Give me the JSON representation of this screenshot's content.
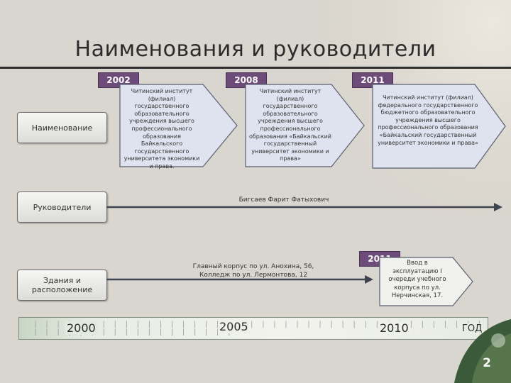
{
  "title": "Наименования и руководители",
  "years": [
    "2002",
    "2008",
    "2011"
  ],
  "rows": {
    "names": "Наименование",
    "leaders": "Руководители",
    "buildings": "Здания и расположение"
  },
  "names": [
    "Читинский институт (филиал) государственного образовательного учреждения высшего профессионального образования Байкальского государственного университета экономики и права.",
    "Читинский институт (филиал) государственного образовательного учреждения высшего профессионального образования «Байкальский государственный университет экономики и права»",
    "Читинский институт (филиал) федерального государственного бюджетного образовательного учреждения высшего профессионального образования «Байкальский государственный университет экономики и права»"
  ],
  "leader": "Бигсаев Фарит Фатыхович",
  "buildings": {
    "main": "Главный корпус по ул. Анохина, 56, Колледж по ул. Лермонтова, 12",
    "year": "2011",
    "new": "Ввод в эксплуатацию I очереди учебного корпуса по ул. Нерчинская, 17."
  },
  "timeline": {
    "labels": [
      "2000",
      "2005",
      "2010"
    ],
    "unit": "ГОД"
  },
  "page_number": "2",
  "colors": {
    "badge": "#6d4c7a",
    "chevron_fill": "#dfe3ef",
    "chevron_stroke": "#5a5f70",
    "arrow": "#3f4450"
  }
}
